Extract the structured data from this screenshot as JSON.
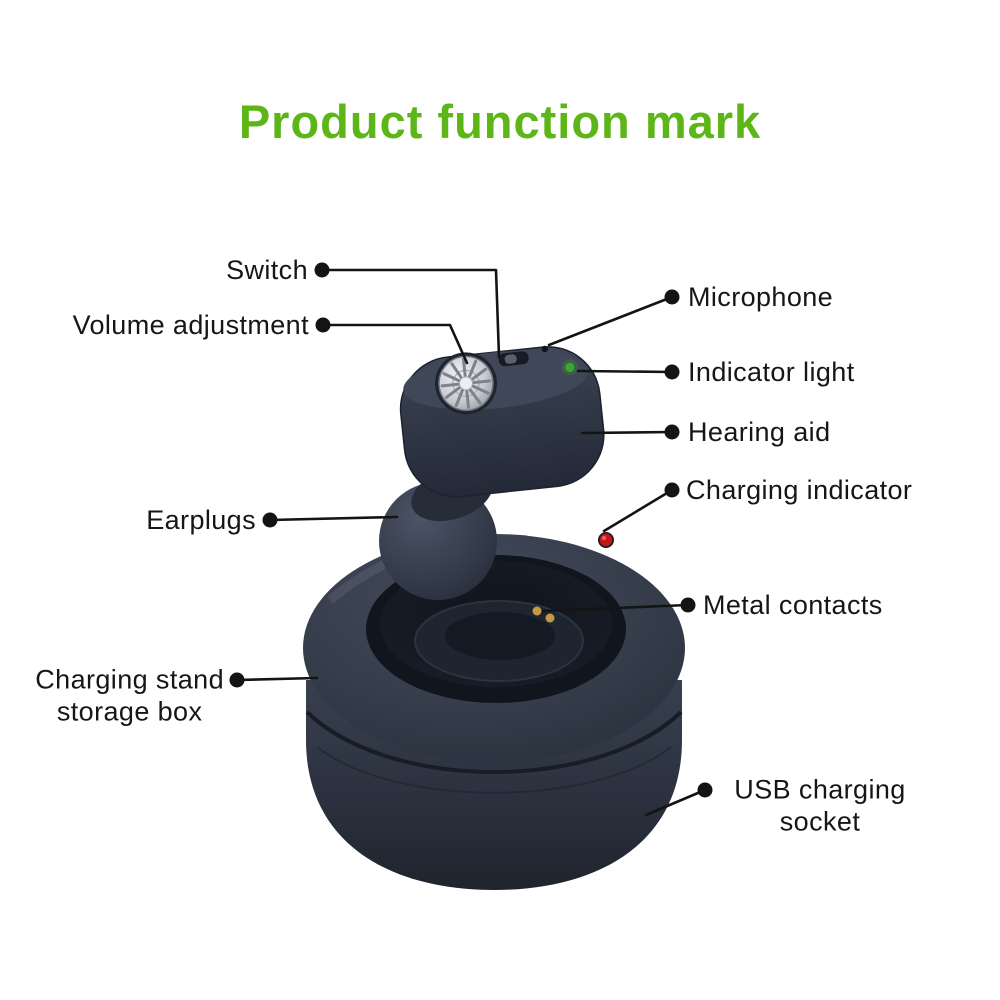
{
  "title": "Product function mark",
  "colors": {
    "title": "#5cb618",
    "text": "#161616",
    "line": "#141414",
    "device_body": "#2e3543",
    "led_green": "#3aa62c",
    "led_red": "#c41616",
    "pins_gold": "#c49a45"
  },
  "labels": {
    "switch": "Switch",
    "volume_adjustment": "Volume adjustment",
    "microphone": "Microphone",
    "indicator_light": "Indicator light",
    "hearing_aid": "Hearing aid",
    "charging_indicator": "Charging indicator",
    "earplugs": "Earplugs",
    "metal_contacts": "Metal contacts",
    "charging_stand_storage_box": "Charging stand\nstorage box",
    "usb_charging_socket": "USB charging\nsocket"
  }
}
